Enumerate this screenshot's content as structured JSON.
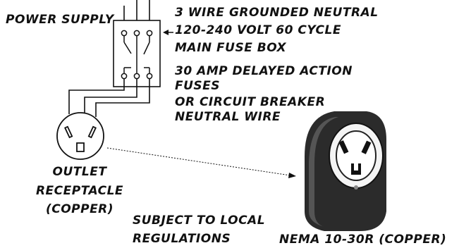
{
  "labels": {
    "power_supply": "POWER SUPPLY",
    "fuse_box": [
      "3 WIRE GROUNDED NEUTRAL",
      "120-240 VOLT 60 CYCLE",
      "MAIN FUSE BOX"
    ],
    "fuses": [
      "30 AMP DELAYED ACTION",
      "FUSES",
      "OR CIRCUIT BREAKER",
      "NEUTRAL WIRE"
    ],
    "outlet": [
      "OUTLET",
      "RECEPTACLE",
      "(COPPER)"
    ],
    "regulations": [
      "SUBJECT TO LOCAL",
      "REGULATIONS"
    ],
    "nema": "NEMA 10-30R (COPPER)"
  },
  "colors": {
    "ink": "#111111",
    "paper": "#ffffff",
    "receptacle_body": "#2b2b2b"
  }
}
